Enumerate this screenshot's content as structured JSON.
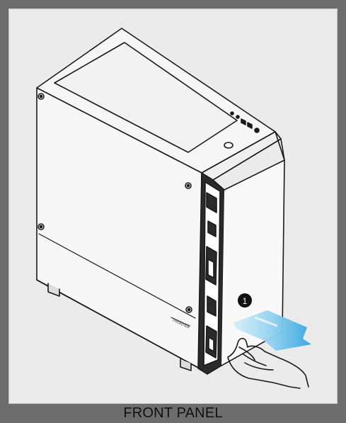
{
  "figure": {
    "step_number": "1",
    "caption": "FRONT PANEL",
    "brand_mark": "FRONTIER"
  },
  "colors": {
    "frame": "#6d6d6d",
    "background": "#ebebeb",
    "line": "#1a1a1a",
    "arrow": "#6fc3e8",
    "badge": "#111111"
  },
  "icons": [
    "pc-case",
    "step-badge",
    "pull-direction-arrow",
    "hand"
  ]
}
